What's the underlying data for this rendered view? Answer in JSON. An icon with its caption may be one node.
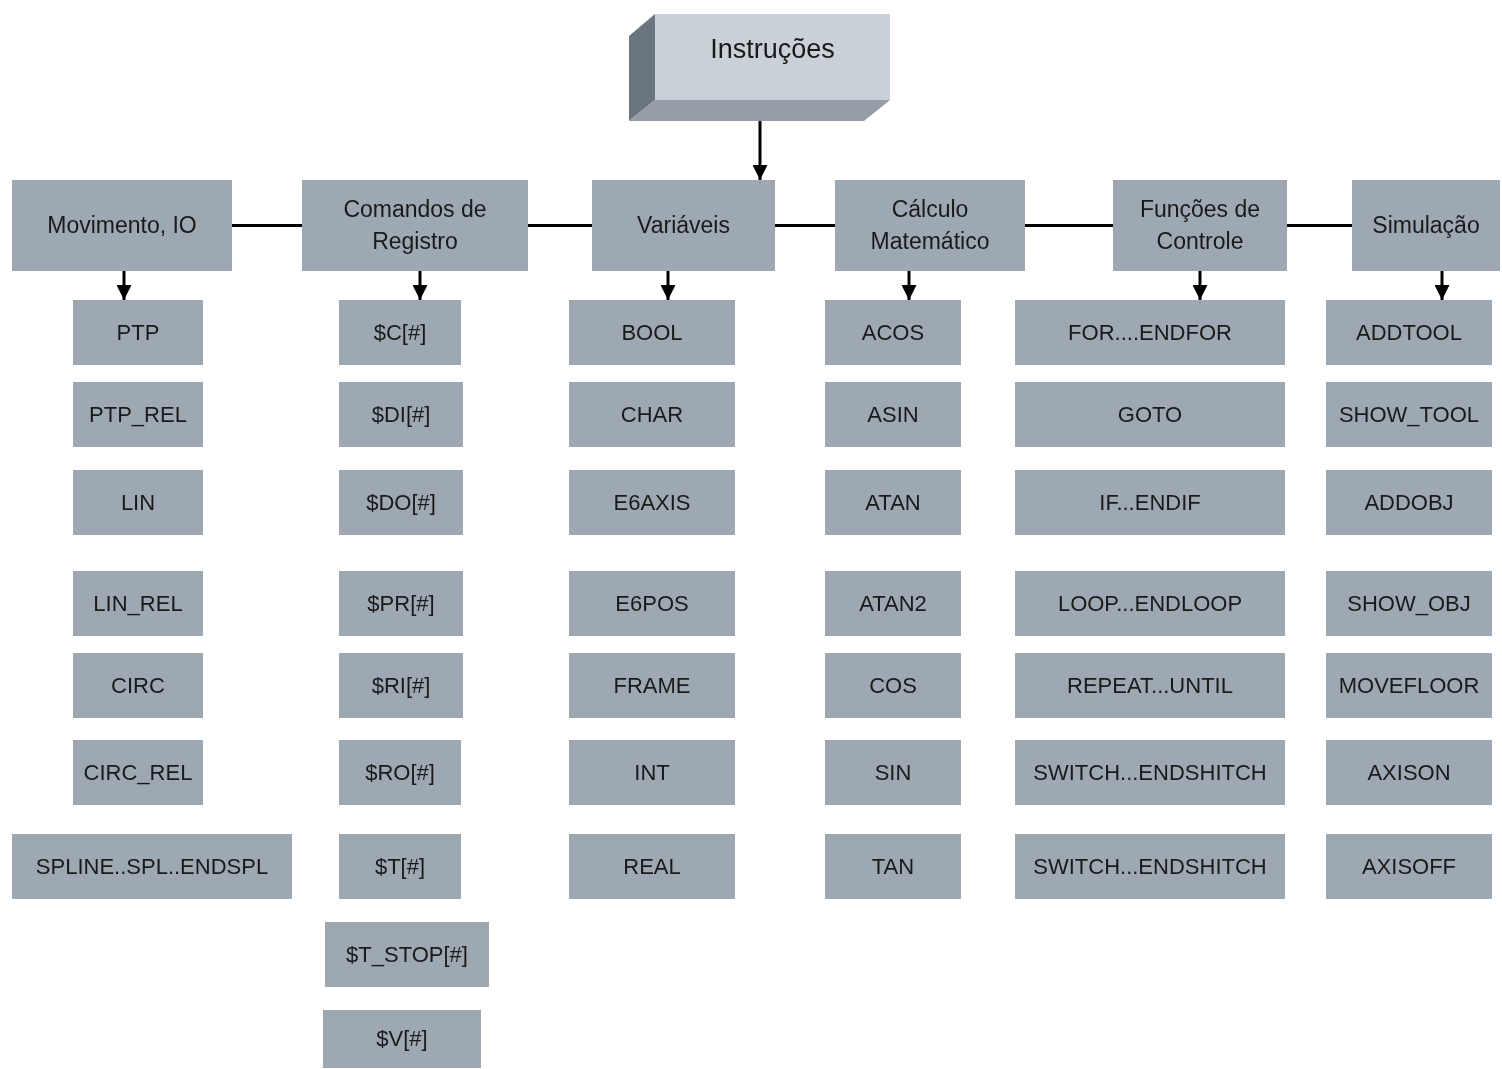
{
  "diagram": {
    "nodes": [
      {
        "text": [
          "Instruções"
        ]
      },
      {
        "text": [
          "Movimento, IO"
        ]
      },
      {
        "text": [
          "Comandos de Registro"
        ]
      },
      {
        "text": [
          "Variáveis"
        ]
      },
      {
        "text": [
          "Cálculo Matemático"
        ]
      },
      {
        "text": [
          "Funções de Controle"
        ]
      },
      {
        "text": [
          "Simulação"
        ]
      },
      {
        "text": [
          "PTP"
        ]
      },
      {
        "text": [
          "PTP_REL"
        ]
      },
      {
        "text": [
          "LIN"
        ]
      },
      {
        "text": [
          "LIN_REL"
        ]
      },
      {
        "text": [
          "CIRC"
        ]
      },
      {
        "text": [
          "CIRC_REL"
        ]
      },
      {
        "text": [
          "SPLINE..SPL..ENDSPL"
        ]
      },
      {
        "text": [
          "$C[#]"
        ]
      },
      {
        "text": [
          "$DI[#]"
        ]
      },
      {
        "text": [
          "$DO[#]"
        ]
      },
      {
        "text": [
          "$PR[#]"
        ]
      },
      {
        "text": [
          "$RI[#]"
        ]
      },
      {
        "text": [
          "$RO[#]"
        ]
      },
      {
        "text": [
          "$T[#]"
        ]
      },
      {
        "text": [
          "$T_STOP[#]"
        ]
      },
      {
        "text": [
          "$V[#]"
        ]
      },
      {
        "text": [
          "BOOL"
        ]
      },
      {
        "text": [
          "CHAR"
        ]
      },
      {
        "text": [
          "E6AXIS"
        ]
      },
      {
        "text": [
          "E6POS"
        ]
      },
      {
        "text": [
          "FRAME"
        ]
      },
      {
        "text": [
          "INT"
        ]
      },
      {
        "text": [
          "REAL"
        ]
      },
      {
        "text": [
          "ACOS"
        ]
      },
      {
        "text": [
          "ASIN"
        ]
      },
      {
        "text": [
          "ATAN"
        ]
      },
      {
        "text": [
          "ATAN2"
        ]
      },
      {
        "text": [
          "COS"
        ]
      },
      {
        "text": [
          "SIN"
        ]
      },
      {
        "text": [
          "TAN"
        ]
      },
      {
        "text": [
          "FOR....ENDFOR"
        ]
      },
      {
        "text": [
          "GOTO"
        ]
      },
      {
        "text": [
          "IF...ENDIF"
        ]
      },
      {
        "text": [
          "LOOP...ENDLOOP"
        ]
      },
      {
        "text": [
          "REPEAT...UNTIL"
        ]
      },
      {
        "text": [
          "SWITCH...ENDSHITCH"
        ]
      },
      {
        "text": [
          "SWITCH...ENDSHITCH"
        ]
      },
      {
        "text": [
          "ADDTOOL"
        ]
      },
      {
        "text": [
          "SHOW_TOOL"
        ]
      },
      {
        "text": [
          "ADDOBJ"
        ]
      },
      {
        "text": [
          "SHOW_OBJ"
        ]
      },
      {
        "text": [
          "MOVEFLOOR"
        ]
      },
      {
        "text": [
          "AXISON"
        ]
      },
      {
        "text": [
          "AXISOFF"
        ]
      }
    ],
    "edges": [
      {
        "from": 0,
        "to": 3,
        "arrow": "to"
      },
      {
        "from": 1,
        "to": 2,
        "arrow": "none"
      },
      {
        "from": 2,
        "to": 3,
        "arrow": "none"
      },
      {
        "from": 3,
        "to": 4,
        "arrow": "none"
      },
      {
        "from": 4,
        "to": 5,
        "arrow": "none"
      },
      {
        "from": 5,
        "to": 6,
        "arrow": "none"
      },
      {
        "from": 1,
        "to": 7,
        "arrow": "to"
      },
      {
        "from": 2,
        "to": 14,
        "arrow": "to"
      },
      {
        "from": 3,
        "to": 23,
        "arrow": "to"
      },
      {
        "from": 4,
        "to": 30,
        "arrow": "to"
      },
      {
        "from": 5,
        "to": 37,
        "arrow": "to"
      },
      {
        "from": 6,
        "to": 44,
        "arrow": "to"
      }
    ]
  }
}
